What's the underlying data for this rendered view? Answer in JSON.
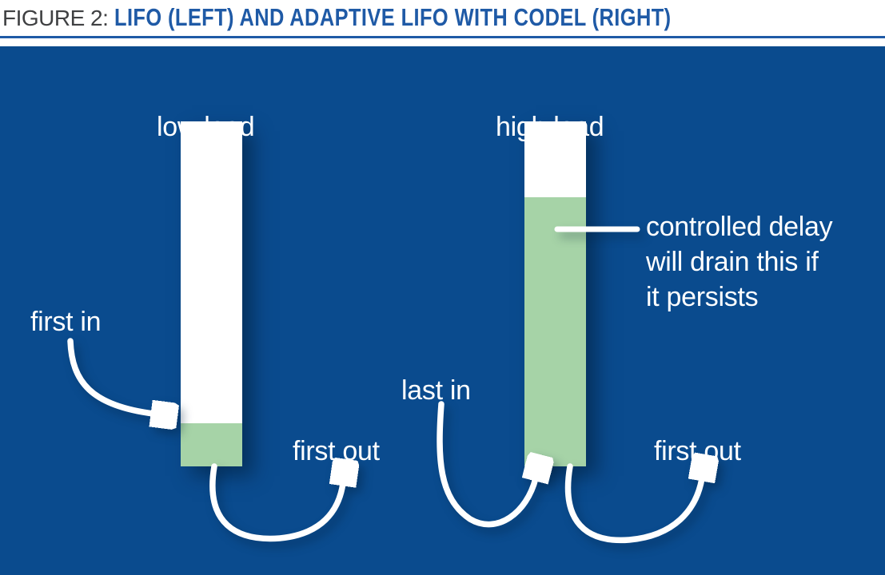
{
  "figure": {
    "label": "FIGURE 2:",
    "title": "LIFO (LEFT) AND ADAPTIVE LIFO WITH CODEL (RIGHT)"
  },
  "diagram": {
    "left_queue": {
      "heading": "low load",
      "first_in_label": "first in",
      "first_out_label": "first out"
    },
    "right_queue": {
      "heading": "high load",
      "last_in_label": "last in",
      "first_out_label": "first out",
      "annotation_lines": [
        "controlled delay",
        "will drain this if",
        "it persists"
      ]
    },
    "colors": {
      "panel_blue": "#0a4b8e",
      "queue_green": "#a6d3a7",
      "title_blue": "#1f5aa6",
      "label_gray": "#3f4042",
      "arrow_white": "#ffffff"
    }
  }
}
